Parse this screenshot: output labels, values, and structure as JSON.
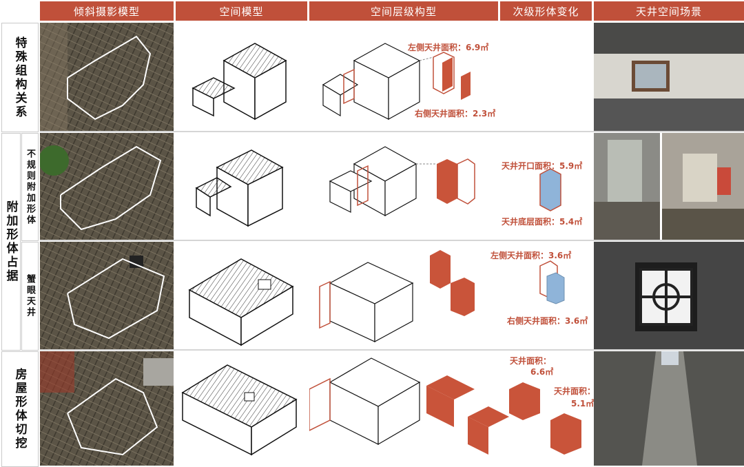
{
  "headers": {
    "oblique": "倾斜摄影模型",
    "space": "空间模型",
    "hierarchy": "空间层级构型",
    "secondary": "次级形体变化",
    "courtyard": "天井空间场景"
  },
  "rows": {
    "r1": {
      "label": "特殊组构关系"
    },
    "group2": {
      "label": "附加形体占据"
    },
    "r2": {
      "label": "不规则附加形体"
    },
    "r3": {
      "label": "蟹眼天井"
    },
    "r4": {
      "label": "房屋形体切挖"
    }
  },
  "annotations": {
    "r1_left": "左侧天井面积：6.9㎡",
    "r1_right": "右侧天井面积：2.3㎡",
    "r2_open": "天井开口面积：5.9㎡",
    "r2_bottom": "天井底层面积：5.4㎡",
    "r3_left": "左侧天井面积：3.6㎡",
    "r3_right": "右侧天井面积：3.6㎡",
    "r4_a_line1": "天井面积：",
    "r4_a_line2": "6.6㎡",
    "r4_b_line1": "天井面积：",
    "r4_b_line2": "5.1㎡"
  },
  "colors": {
    "accent": "#c0503a",
    "fill": "#c9543a",
    "blue": "#8fb4d9"
  }
}
